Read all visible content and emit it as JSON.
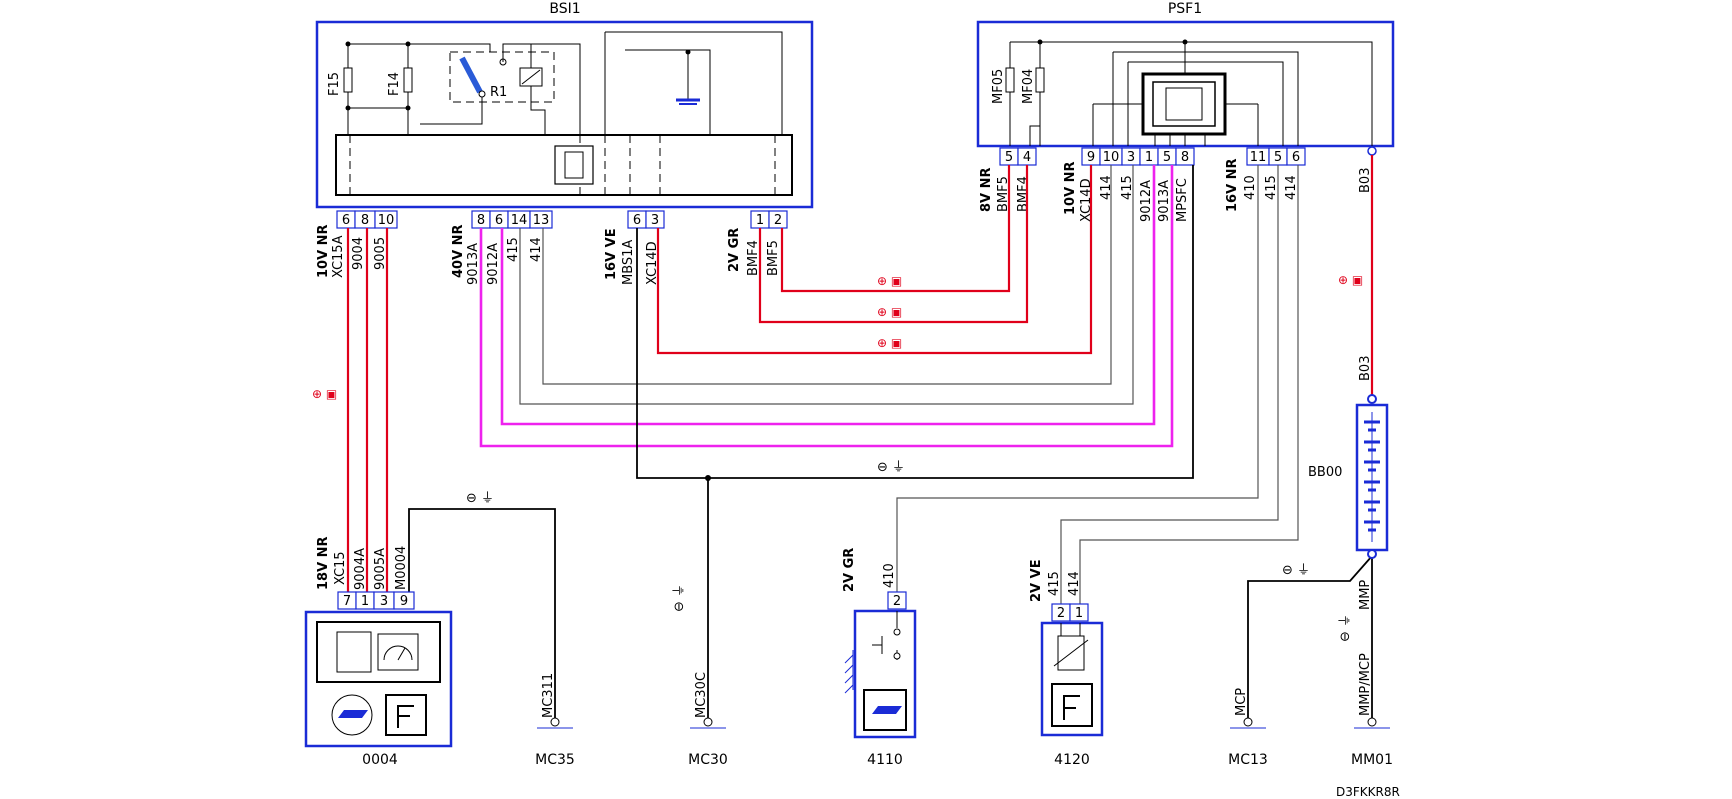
{
  "components": {
    "bsi1": "BSI1",
    "psf1": "PSF1",
    "c0004": "0004",
    "c4110": "4110",
    "c4120": "4120",
    "bb00": "BB00",
    "f15": "F15",
    "f14": "F14",
    "r1": "R1",
    "mf05": "MF05",
    "mf04": "MF04"
  },
  "grounds": {
    "mc35": "MC35",
    "mc30": "MC30",
    "mc13": "MC13",
    "mm01": "MM01",
    "mc311": "MC311",
    "mc30c": "MC30C",
    "mcp": "MCP",
    "mmp_mcp": "MMP/MCP"
  },
  "connectors": {
    "bsi_10v": "10V NR",
    "bsi_40v": "40V NR",
    "bsi_16v": "16V VE",
    "bsi_2v": "2V GR",
    "psf_8v": "8V NR",
    "psf_10v": "10V NR",
    "psf_16v": "16V NR",
    "c0004_18v": "18V NR",
    "c4110_2v": "2V GR",
    "c4120_2v": "2V VE"
  },
  "pins": {
    "bsi_a": [
      "6",
      "8",
      "10"
    ],
    "bsi_b": [
      "8",
      "6",
      "14",
      "13"
    ],
    "bsi_c": [
      "6",
      "3"
    ],
    "bsi_d": [
      "1",
      "2"
    ],
    "psf_a": [
      "5",
      "4"
    ],
    "psf_b": [
      "9",
      "10",
      "3",
      "1",
      "5",
      "8"
    ],
    "psf_c": [
      "11",
      "5",
      "6"
    ],
    "c0004": [
      "7",
      "1",
      "3",
      "9"
    ],
    "c4110": [
      "2"
    ],
    "c4120": [
      "2",
      "1"
    ]
  },
  "wires": {
    "xc15a": "XC15A",
    "w9004": "9004",
    "w9005": "9005",
    "w9013a": "9013A",
    "w9012a": "9012A",
    "w415": "415",
    "w414": "414",
    "mbs1a": "MBS1A",
    "xc14d": "XC14D",
    "bmf4": "BMF4",
    "bmf5": "BMF5",
    "mpsfc": "MPSFC",
    "w410": "410",
    "b03": "B03",
    "xc15": "XC15",
    "w9004a": "9004A",
    "w9005a": "9005A",
    "m0004": "M0004",
    "mmp": "MMP"
  },
  "symbols": {
    "plus_batt": "⊕ ▣",
    "minus_gnd": "⊖ ⏚"
  },
  "reference": "D3FKKR8R",
  "colors": {
    "frame": "#1a2bd6",
    "wire_red": "#e0001a",
    "wire_magenta": "#ee22ee",
    "wire_black": "#000000",
    "wire_grey": "#555555"
  }
}
